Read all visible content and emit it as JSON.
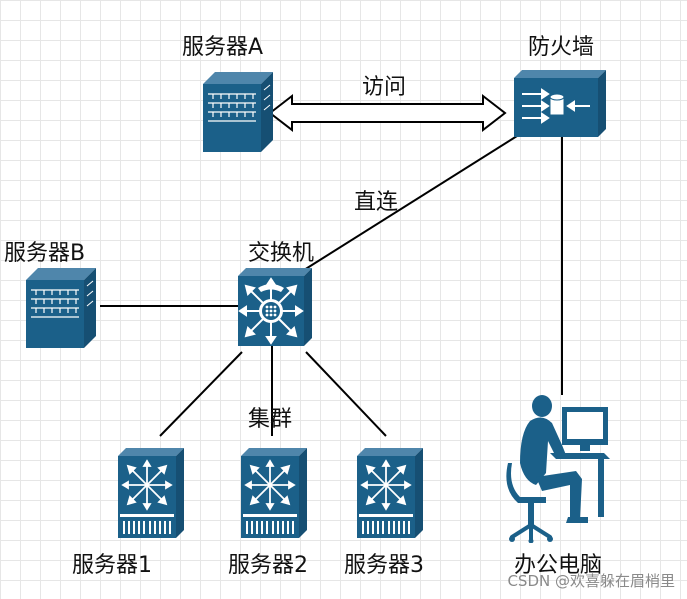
{
  "labels": {
    "server_a": "服务器A",
    "firewall": "防火墙",
    "access": "访问",
    "direct": "直连",
    "server_b": "服务器B",
    "switch": "交换机",
    "cluster": "集群",
    "server1": "服务器1",
    "server2": "服务器2",
    "server3": "服务器3",
    "office_pc": "办公电脑"
  },
  "watermark": "CSDN @欢喜躲在眉梢里",
  "colors": {
    "device": "#1b6089",
    "line": "#000000",
    "grid": "#e6e6e6"
  },
  "icons": {
    "server": "server-rack-icon",
    "firewall": "firewall-icon",
    "switch": "switch-icon",
    "cluster_node": "cluster-server-icon",
    "user": "user-workstation-icon"
  }
}
